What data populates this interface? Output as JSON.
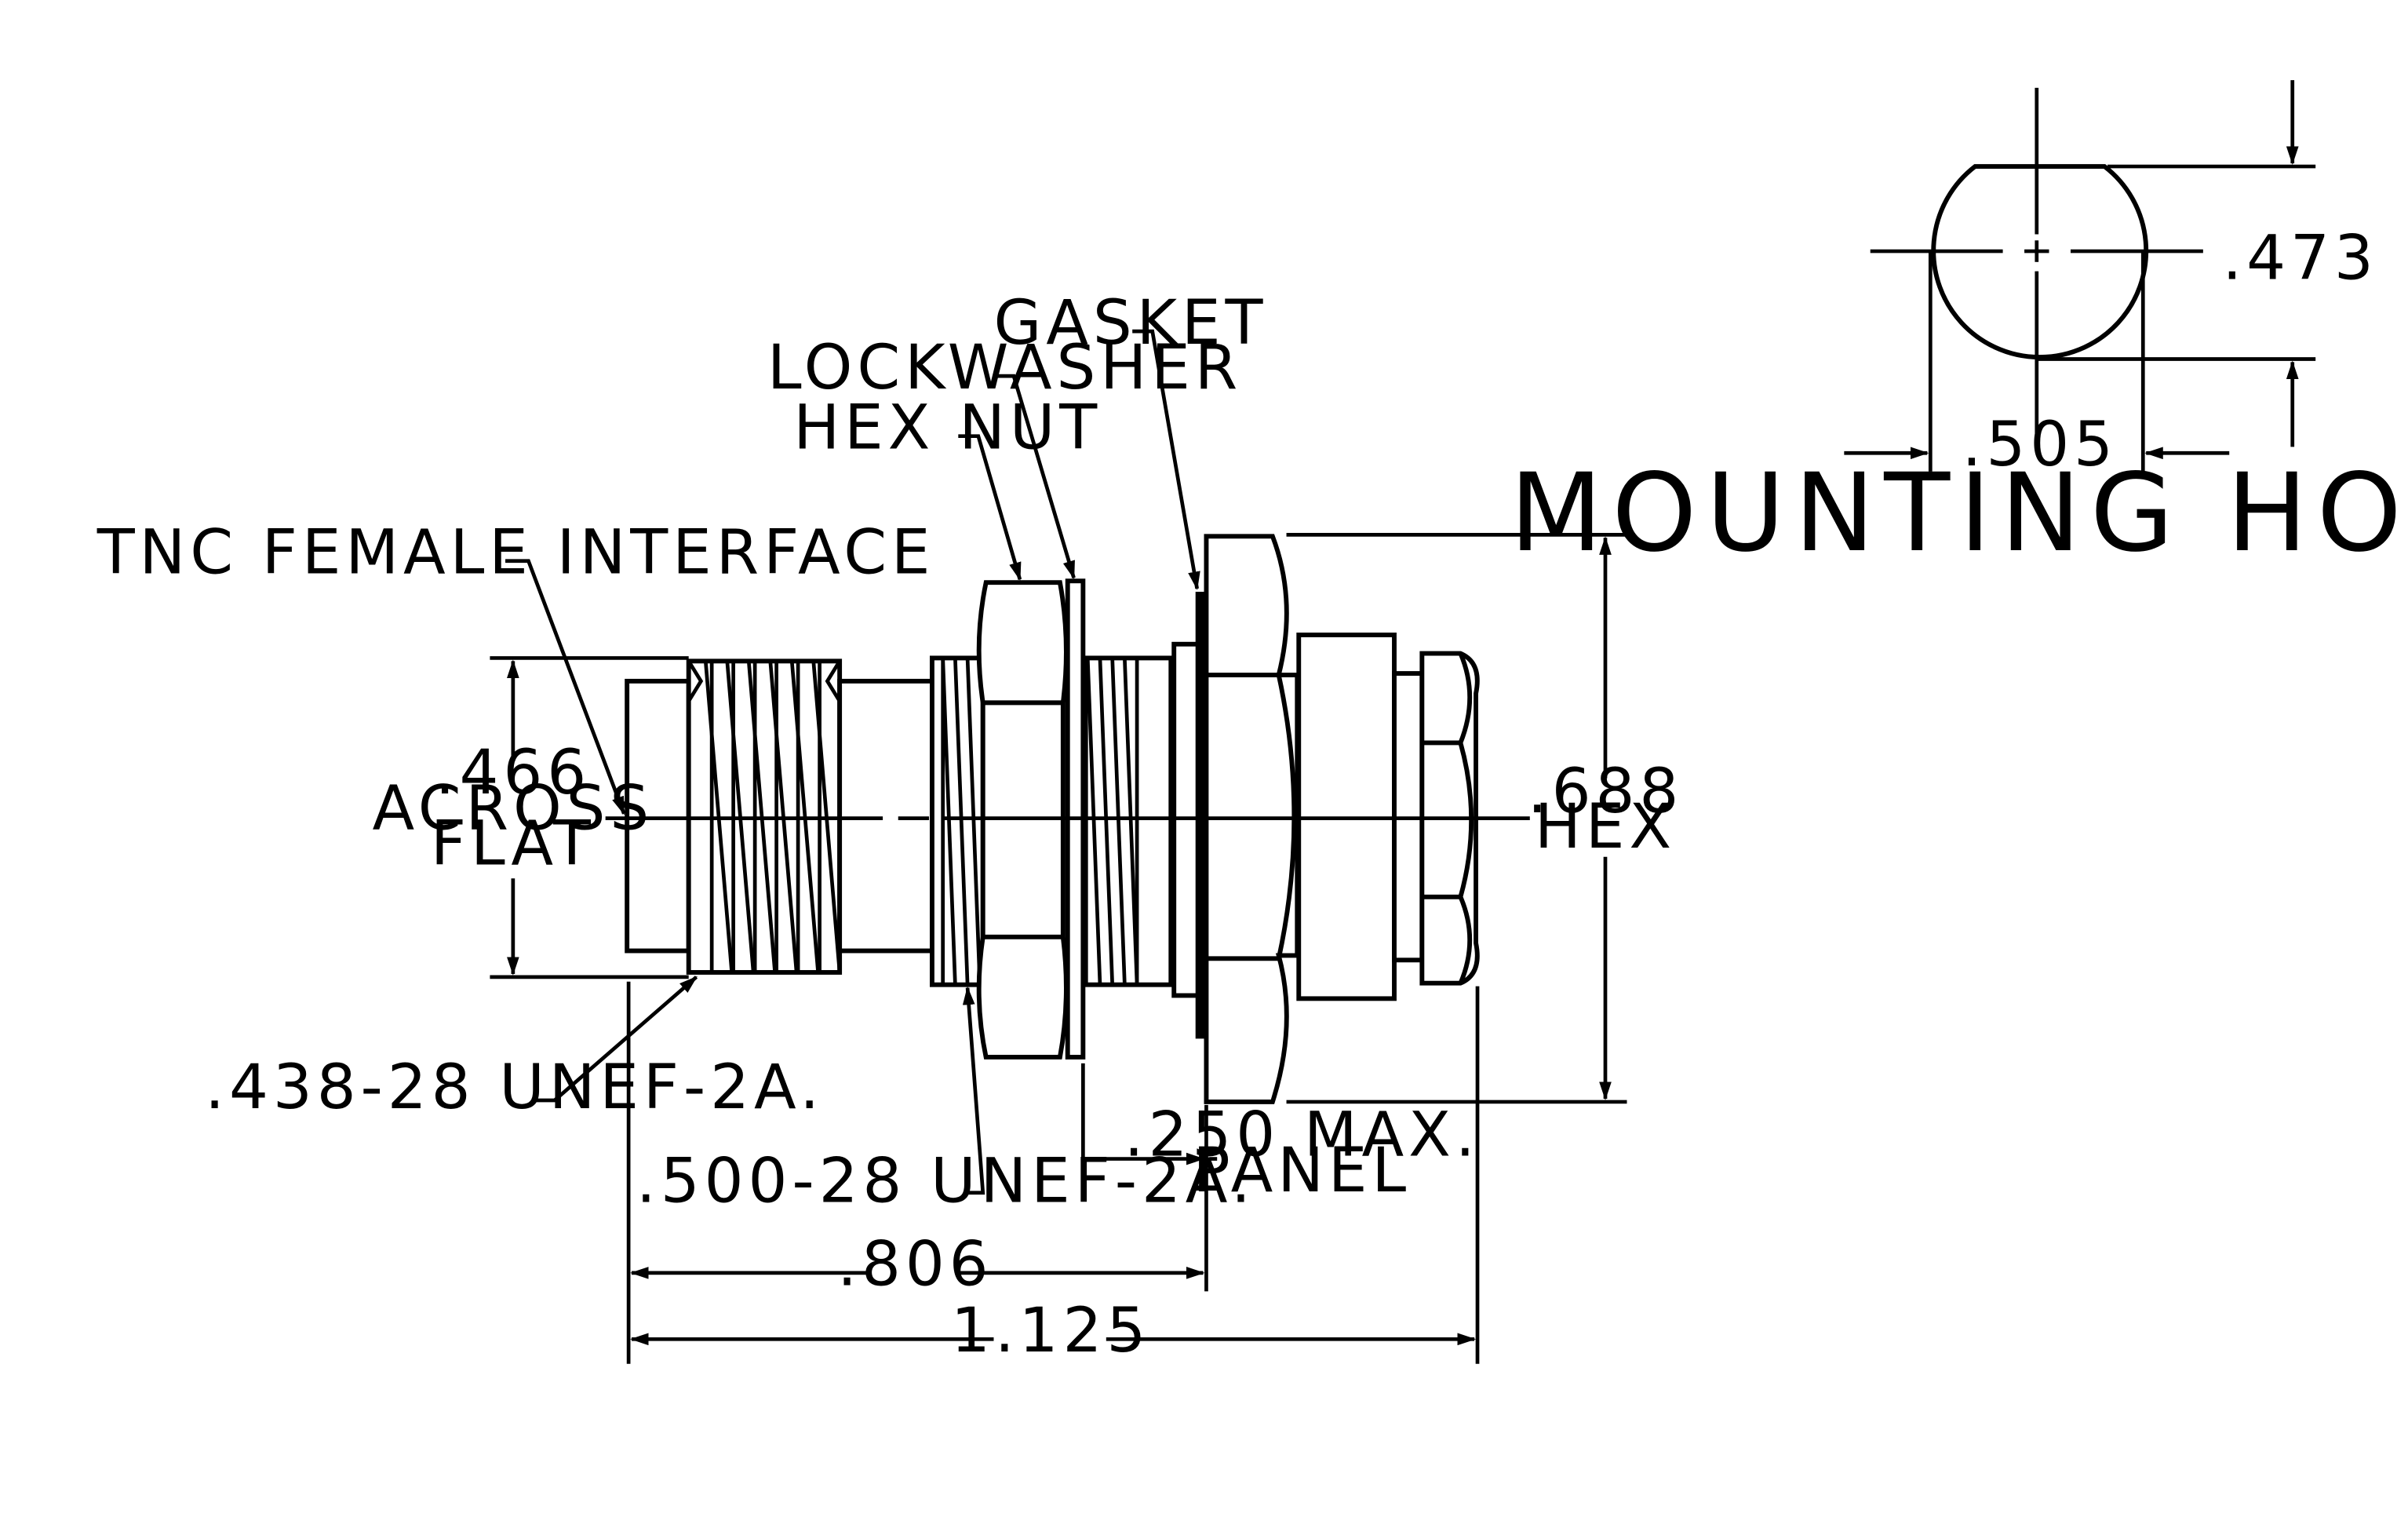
{
  "labels": {
    "gasket": "GASKET",
    "lockwasher": "LOCKWASHER",
    "hex_nut": "HEX NUT",
    "tnc_interface": "TNC FEMALE INTERFACE",
    "thread_438": ".438-28 UNEF-2A.",
    "thread_500": ".500-28 UNEF-2A.",
    "panel_max": ".250 MAX.",
    "panel": "PANEL"
  },
  "dimensions": {
    "across_flat_value": ".466",
    "across_flat_line2": "ACROSS",
    "across_flat_line3": "FLAT",
    "hex_value": ".688",
    "hex_label": "HEX",
    "len_806": ".806",
    "len_1125": "1.125"
  },
  "mounting_hole": {
    "title": "MOUNTING HOLE",
    "flat_dim": ".473",
    "diameter_dim": ".505"
  }
}
